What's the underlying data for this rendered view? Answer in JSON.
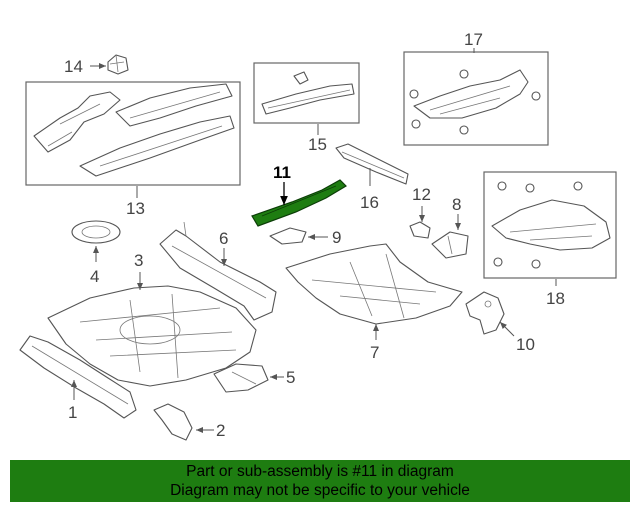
{
  "callouts": {
    "c1": "1",
    "c2": "2",
    "c3": "3",
    "c4": "4",
    "c5": "5",
    "c6": "6",
    "c7": "7",
    "c8": "8",
    "c9": "9",
    "c10": "10",
    "c11": "11",
    "c12": "12",
    "c13": "13",
    "c14": "14",
    "c15": "15",
    "c16": "16",
    "c17": "17",
    "c18": "18"
  },
  "highlight": {
    "part_number": "11",
    "color": "#1e7d11"
  },
  "banner": {
    "line1": "Part or sub-assembly is #11 in diagram",
    "line2": "Diagram may not be specific to your vehicle",
    "background": "#1e7d11"
  }
}
